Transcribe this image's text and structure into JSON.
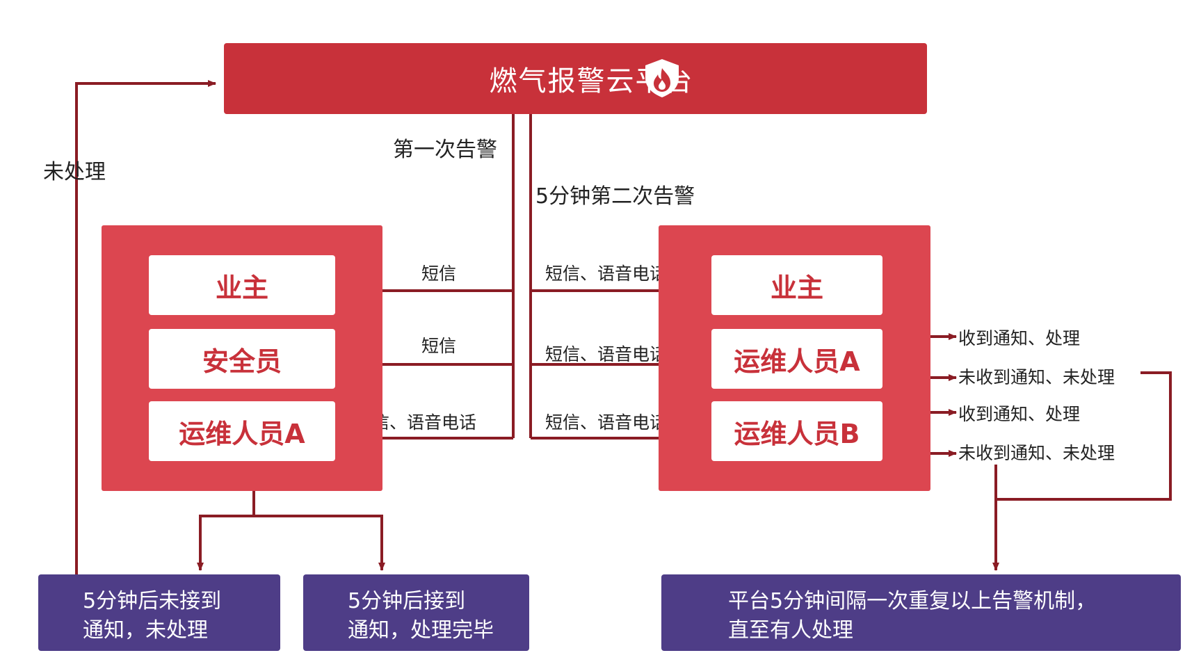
{
  "platform": {
    "title": "燃气报警云平台"
  },
  "labels": {
    "first_alarm": "第一次告警",
    "second_alarm": "5分钟第二次告警",
    "unprocessed": "未处理",
    "sms": "短信",
    "sms_voice": "短信、语音电话"
  },
  "left_group": {
    "owner": "业主",
    "safety_officer": "安全员",
    "ops_a": "运维人员A"
  },
  "right_group": {
    "owner": "业主",
    "ops_a": "运维人员A",
    "ops_b": "运维人员B"
  },
  "branches": {
    "received_processed": "收到通知、处理",
    "not_received_unprocessed": "未收到通知、未处理"
  },
  "outcomes": {
    "not_received": "5分钟后未接到\n通知，未处理",
    "received_done": "5分钟后接到\n通知，处理完毕",
    "repeat": "平台5分钟间隔一次重复以上告警机制，\n直至有人处理"
  },
  "colors": {
    "platform": "#C8313A",
    "group": "#DC4650",
    "role_text": "#C8313A",
    "outcome": "#4E3D87",
    "connector": "#8A1C24"
  },
  "icons": {
    "platform_logo": "flame-shield-icon"
  }
}
